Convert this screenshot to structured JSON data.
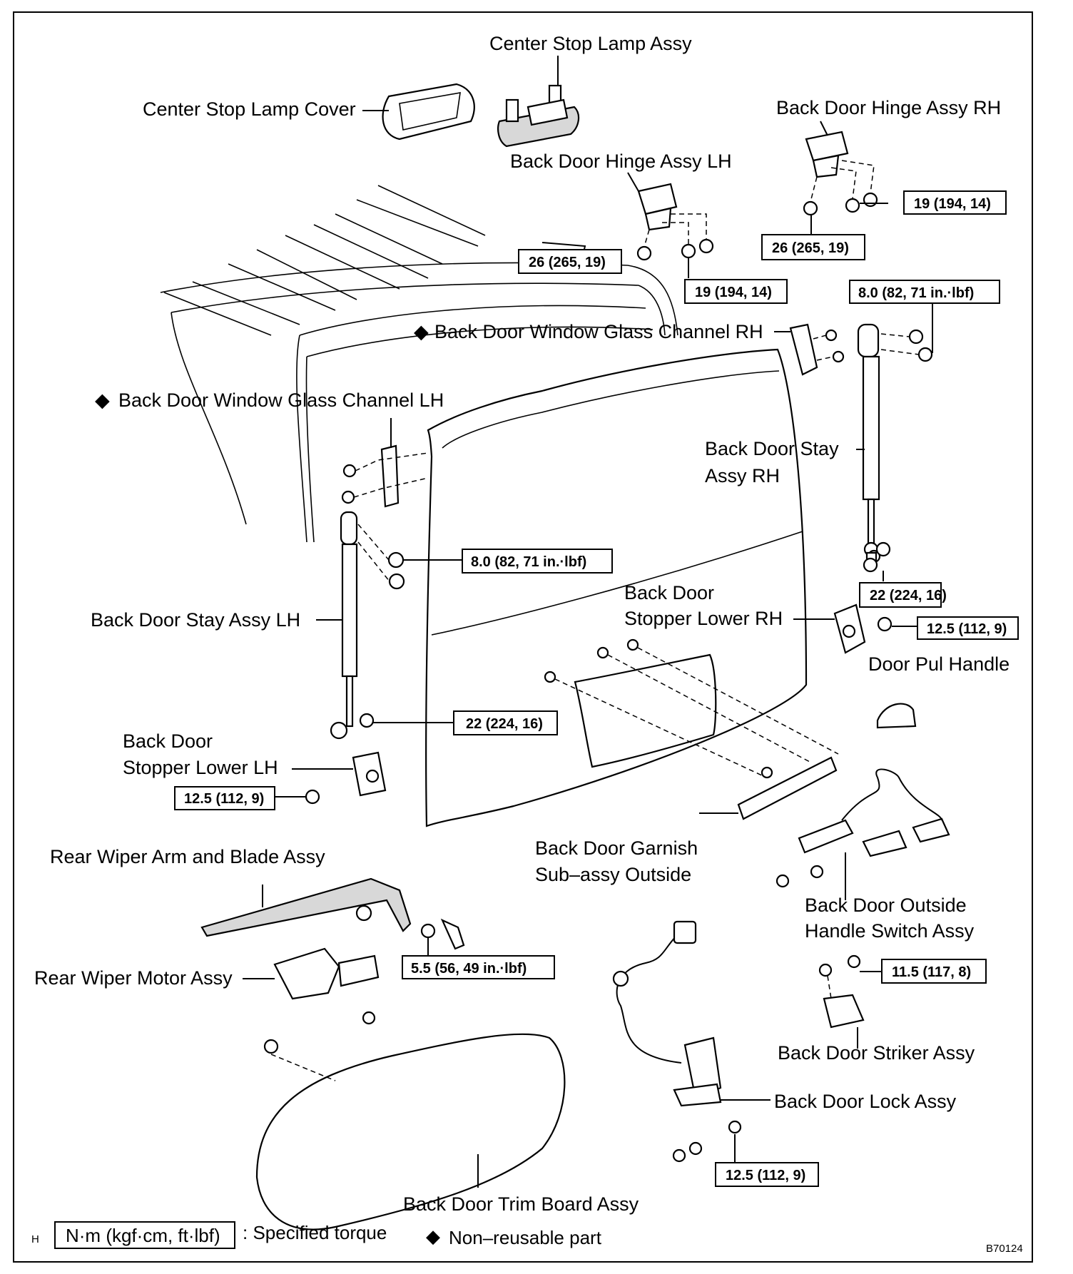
{
  "labels": {
    "center_stop_lamp_assy": "Center Stop Lamp Assy",
    "center_stop_lamp_cover": "Center Stop Lamp Cover",
    "hinge_rh": "Back Door Hinge Assy RH",
    "hinge_lh": "Back Door Hinge Assy LH",
    "channel_rh": "Back Door Window Glass Channel RH",
    "channel_lh": "Back Door Window Glass Channel LH",
    "stay_rh_line1": "Back Door Stay",
    "stay_rh_line2": "Assy RH",
    "stay_lh": "Back Door Stay Assy LH",
    "stopper_rh_line1": "Back Door",
    "stopper_rh_line2": "Stopper Lower RH",
    "door_pull_handle": "Door Pul Handle",
    "stopper_lh_line1": "Back Door",
    "stopper_lh_line2": "Stopper Lower LH",
    "wiper_arm": "Rear Wiper Arm and Blade Assy",
    "garnish_line1": "Back Door Garnish",
    "garnish_line2": "Sub–assy Outside",
    "outside_handle_line1": "Back Door Outside",
    "outside_handle_line2": "Handle Switch Assy",
    "wiper_motor": "Rear Wiper Motor Assy",
    "striker": "Back Door Striker Assy",
    "lock": "Back Door Lock Assy",
    "trim_board": "Back Door Trim Board Assy",
    "diamond": "◆"
  },
  "torques": {
    "hinge_rh_bolt": "19 (194, 14)",
    "hinge_rh_nut": "26 (265, 19)",
    "hinge_lh_nut": "26 (265, 19)",
    "hinge_lh_bolt": "19 (194, 14)",
    "stay_rh_top": "8.0 (82, 71 in.·lbf)",
    "stay_lh_top": "8.0 (82, 71 in.·lbf)",
    "stay_rh_bottom": "22 (224, 16)",
    "stopper_rh": "12.5 (112, 9)",
    "stay_lh_bottom": "22 (224, 16)",
    "stopper_lh": "12.5 (112, 9)",
    "wiper_nut": "5.5 (56, 49 in.·lbf)",
    "striker": "11.5 (117, 8)",
    "lock": "12.5 (112, 9)"
  },
  "legend": {
    "code": "H",
    "unit_box": "N·m (kgf·cm, ft·lbf)",
    "unit_text": ": Specified torque",
    "diamond": "◆",
    "diamond_text": "Non–reusable part",
    "figure_id": "B70124"
  }
}
